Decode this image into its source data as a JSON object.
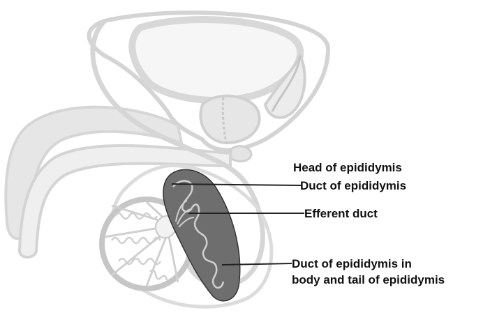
{
  "labels": {
    "head_of_epididymis": "Head of epididymis",
    "duct_of_epididymis": "Duct of epididymis",
    "efferent_duct": "Efferent duct",
    "duct_body_tail_line1": "Duct of epididymis in",
    "duct_body_tail_line2": "body and tail of epididymis"
  },
  "colors": {
    "outline_light": "#d4d4d4",
    "fill_light": "#e4e4e4",
    "epididymis_fill": "#6e6e6e",
    "line_dark": "#222222",
    "testis_outline": "#c8c8c8"
  }
}
